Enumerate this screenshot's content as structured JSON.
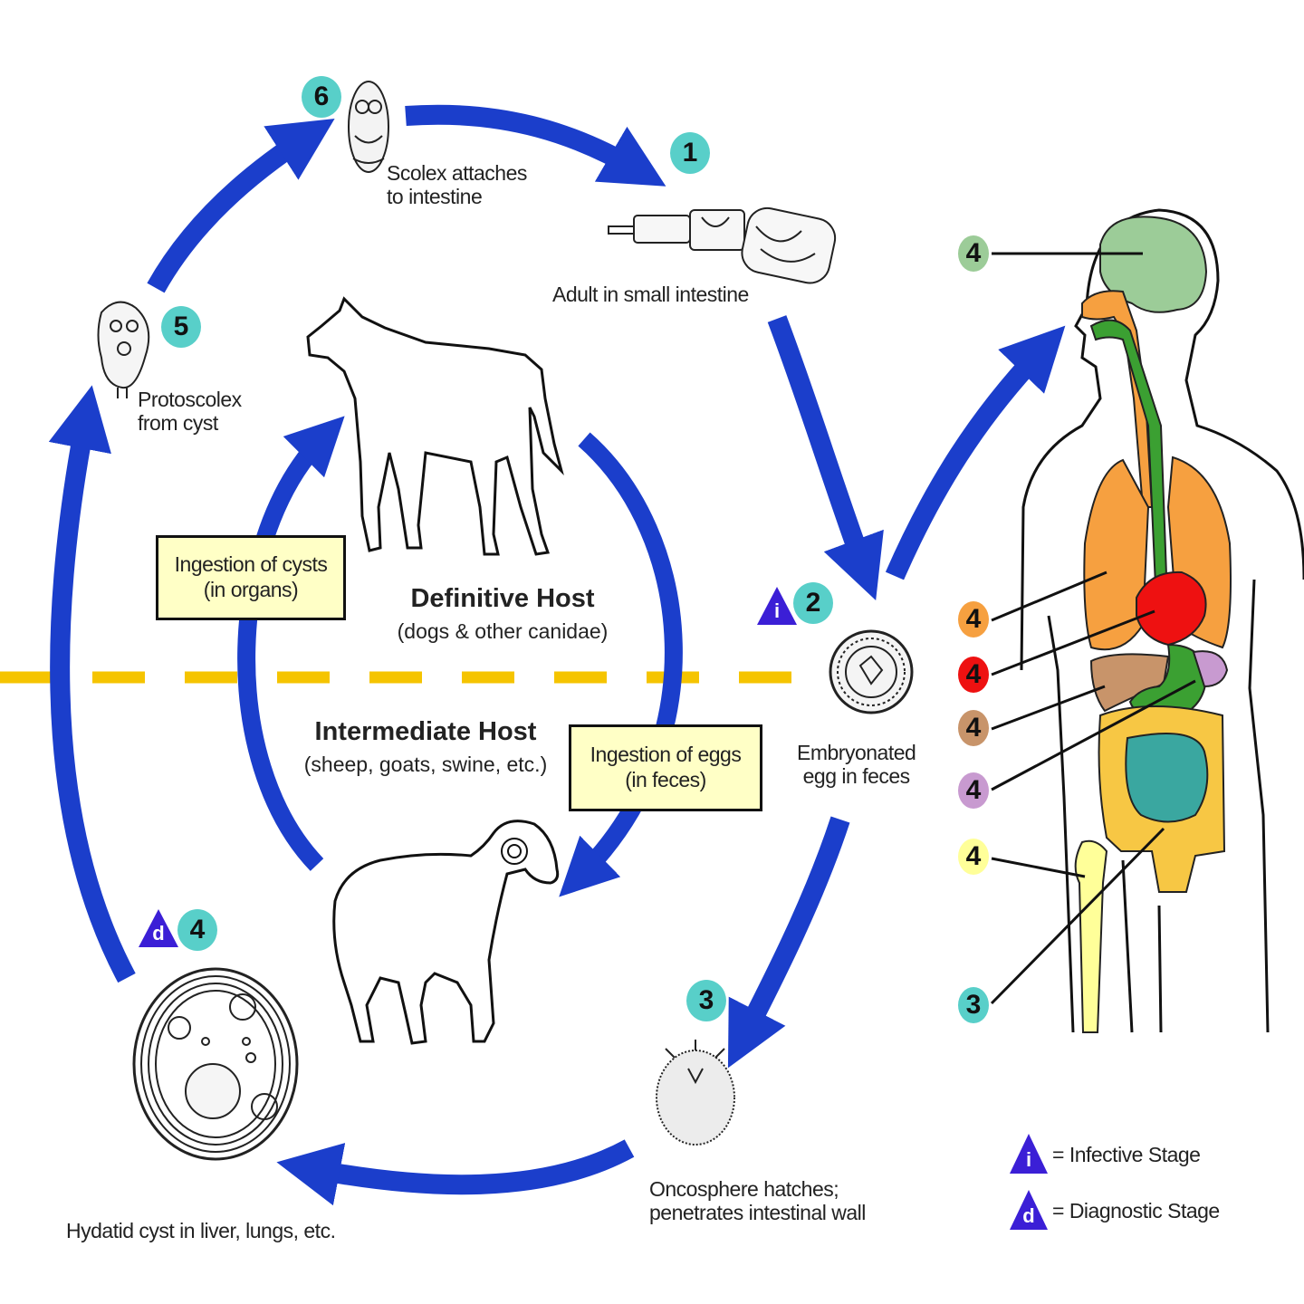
{
  "stages": {
    "s1": {
      "number": "1",
      "caption": "Adult in small intestine"
    },
    "s2": {
      "number": "2",
      "stage_marker": "i",
      "caption_line1": "Embryonated",
      "caption_line2": "egg in feces"
    },
    "s3": {
      "number": "3",
      "caption_line1": "Oncosphere hatches;",
      "caption_line2": "penetrates intestinal wall"
    },
    "s4": {
      "number": "4",
      "stage_marker": "d",
      "caption": "Hydatid cyst in liver, lungs, etc."
    },
    "s5": {
      "number": "5",
      "caption_line1": "Protoscolex",
      "caption_line2": "from cyst"
    },
    "s6": {
      "number": "6",
      "caption_line1": "Scolex attaches",
      "caption_line2": "to intestine"
    }
  },
  "definitive_host": {
    "title": "Definitive Host",
    "subtitle": "(dogs & other canidae)"
  },
  "intermediate_host": {
    "title": "Intermediate Host",
    "subtitle": "(sheep, goats, swine, etc.)"
  },
  "boxes": {
    "cysts": {
      "line1": "Ingestion of cysts",
      "line2": "(in organs)"
    },
    "eggs": {
      "line1": "Ingestion of eggs",
      "line2": "(in feces)"
    }
  },
  "human_labels": [
    {
      "label": "4",
      "organ": "brain",
      "color": "#9ccc98"
    },
    {
      "label": "4",
      "organ": "lungs",
      "color": "#f6a040"
    },
    {
      "label": "4",
      "organ": "heart",
      "color": "#ee1111"
    },
    {
      "label": "4",
      "organ": "liver",
      "color": "#c8946a"
    },
    {
      "label": "4",
      "organ": "spleen",
      "color": "#c89ad0"
    },
    {
      "label": "4",
      "organ": "bone",
      "color": "#ffff99"
    },
    {
      "label": "3",
      "organ": "intestine",
      "color": "#58cfc9"
    }
  ],
  "legend": {
    "infective": {
      "symbol": "i",
      "text": "= Infective Stage"
    },
    "diagnostic": {
      "symbol": "d",
      "text": "= Diagnostic Stage"
    }
  },
  "colors": {
    "arrow": "#1b3ecb",
    "stage_circle": "#58cfc9",
    "marker_triangle": "#3b1fd6",
    "host_boundary": "#f5c400",
    "label_box": "#ffffc6"
  }
}
